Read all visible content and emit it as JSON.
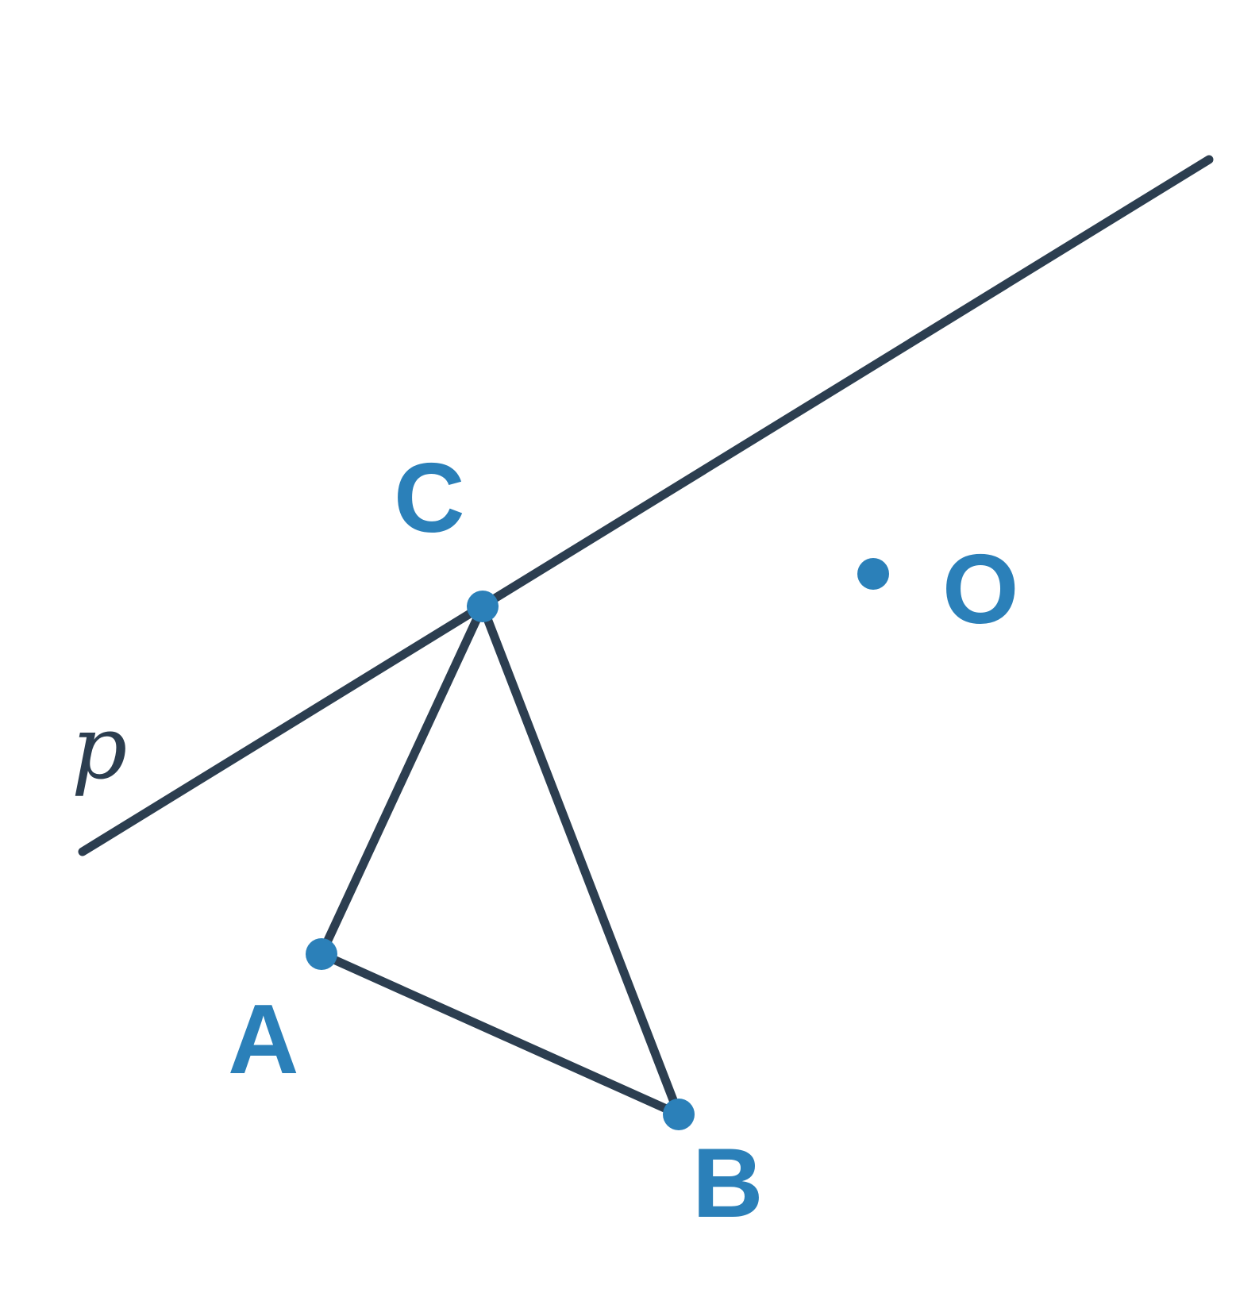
{
  "colors": {
    "line": "#2c3e50",
    "point": "#2b80b9"
  },
  "line": {
    "label": "p"
  },
  "points": {
    "A": "A",
    "B": "B",
    "C": "C",
    "O": "O"
  }
}
